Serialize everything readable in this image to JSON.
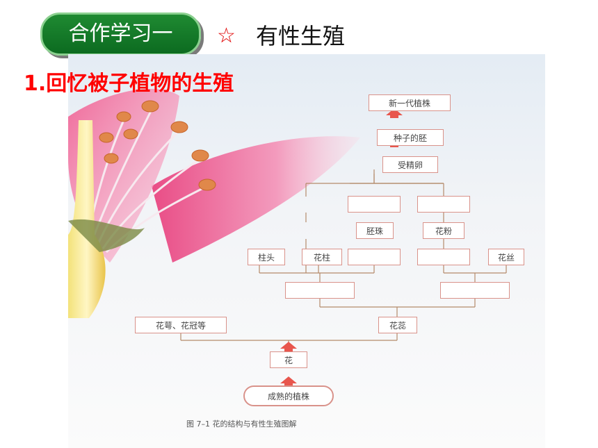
{
  "header": {
    "badge_label": "合作学习一",
    "star_icon": "☆",
    "title": "有性生殖"
  },
  "subtitle": "1.回忆被子植物的生殖",
  "diagram": {
    "nodes": {
      "new_generation": "新一代植株",
      "embryo": "种子的胚",
      "fertilized_egg": "受精卵",
      "blank_left_upper": "",
      "blank_right_upper": "",
      "ovule": "胚珠",
      "pollen": "花粉",
      "stigma": "柱头",
      "style": "花柱",
      "blank_left_mid": "",
      "blank_right_mid": "",
      "filament": "花丝",
      "blank_left_lower": "",
      "blank_right_lower": "",
      "sepal_petal": "花萼、花冠等",
      "stamen": "花蕊",
      "flower": "花",
      "mature_plant": "成熟的植株"
    },
    "caption": "图 7–1  花的结构与有性生殖图解"
  },
  "colors": {
    "badge_bg": "#0c6b20",
    "accent_red": "#ff0000",
    "arrow_red": "#e8564d",
    "line": "#a07050"
  }
}
